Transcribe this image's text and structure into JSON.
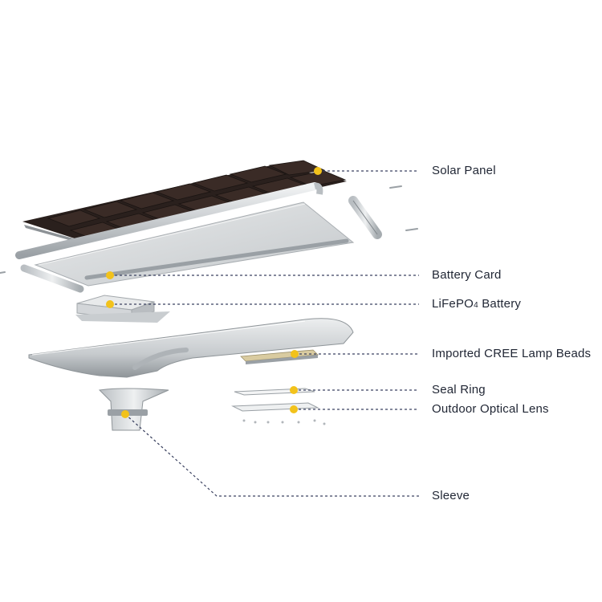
{
  "diagram": {
    "accent_color": "#f2c21b",
    "leader_color": "#3b4260",
    "labels": {
      "solar_panel": "Solar Panel",
      "battery_card": "Battery Card",
      "battery_prefix": "LiFePO",
      "battery_sub": "4",
      "battery_suffix": " Battery",
      "lamp_beads": "Imported CREE Lamp Beads",
      "seal_ring": "Seal Ring",
      "optical_lens": "Outdoor Optical Lens",
      "sleeve": "Sleeve"
    }
  }
}
